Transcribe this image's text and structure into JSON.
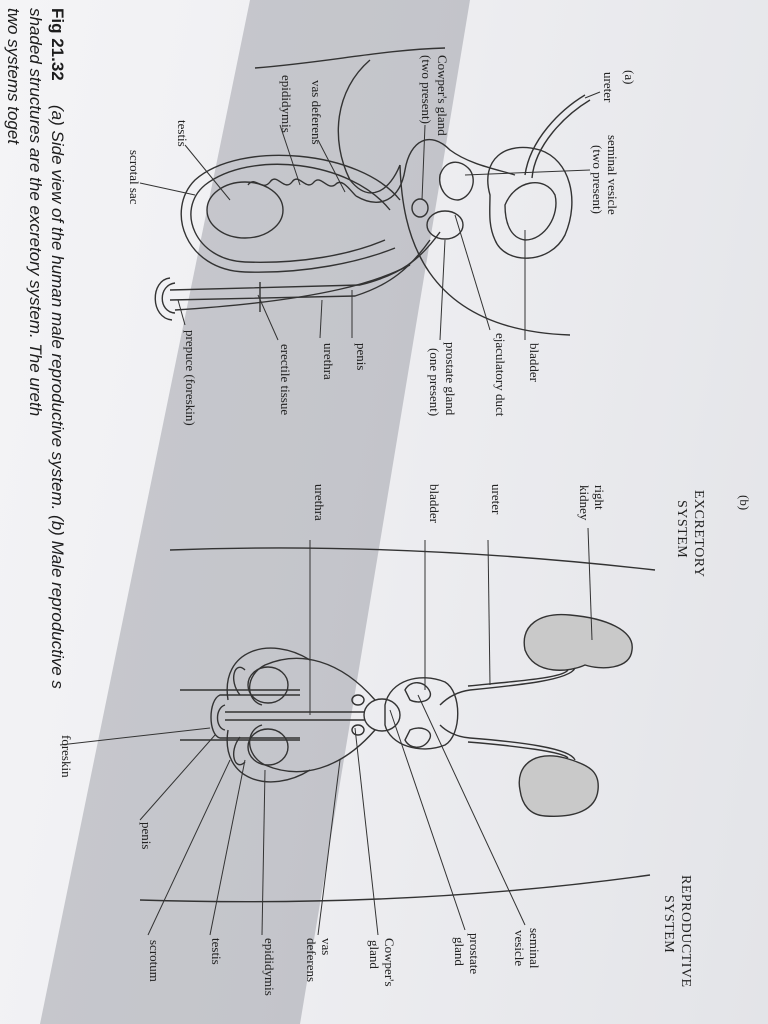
{
  "figure": {
    "panel_a": "(a)",
    "panel_b": "(b)",
    "caption_number": "Fig 21.32",
    "caption_line1": "(a) Side view of the human male reproductive system. (b) Male reproductive s",
    "caption_line2": "shaded structures are the excretory system. The ureth",
    "caption_line3": "two systems toget"
  },
  "side_view_labels": {
    "ureter": "ureter",
    "seminal_vesicle_1": "seminal vesicle",
    "seminal_vesicle_2": "(two present)",
    "cowpers_gland_1": "Cowper's gland",
    "cowpers_gland_2": "(two present)",
    "vas_deferens": "vas deferens",
    "epididymis": "epididymis",
    "testis": "testis",
    "scrotal_sac": "scrotal sac",
    "bladder": "bladder",
    "ejaculatory_duct": "ejaculatory duct",
    "prostate_gland_1": "prostate gland",
    "prostate_gland_2": "(one present)",
    "penis": "penis",
    "urethra": "urethra",
    "erectile_tissue": "erectile tissue",
    "prepuce": "prepuce (foreskin)"
  },
  "front_view_labels": {
    "excretory_system_1": "EXCRETORY",
    "excretory_system_2": "SYSTEM",
    "right_kidney_1": "right",
    "right_kidney_2": "kidney",
    "ureter": "ureter",
    "bladder": "bladder",
    "urethra": "urethra",
    "reproductive_system_1": "REPRODUCTIVE",
    "reproductive_system_2": "SYSTEM",
    "seminal_vesicle_1": "seminal",
    "seminal_vesicle_2": "vesicle",
    "prostate_gland_1": "prostate",
    "prostate_gland_2": "gland",
    "cowpers_gland_1": "Cowper's",
    "cowpers_gland_2": "gland",
    "vas_deferens_1": "vas",
    "vas_deferens_2": "deferens",
    "epididymis": "epididymis",
    "testis": "testis",
    "scrotum": "scrotum",
    "penis": "penis",
    "foreskin": "foreskin"
  },
  "colors": {
    "paper": "#efeff2",
    "ink": "#222222",
    "kidney_fill": "#c9c9c9",
    "shadow": "#8a8c96"
  }
}
